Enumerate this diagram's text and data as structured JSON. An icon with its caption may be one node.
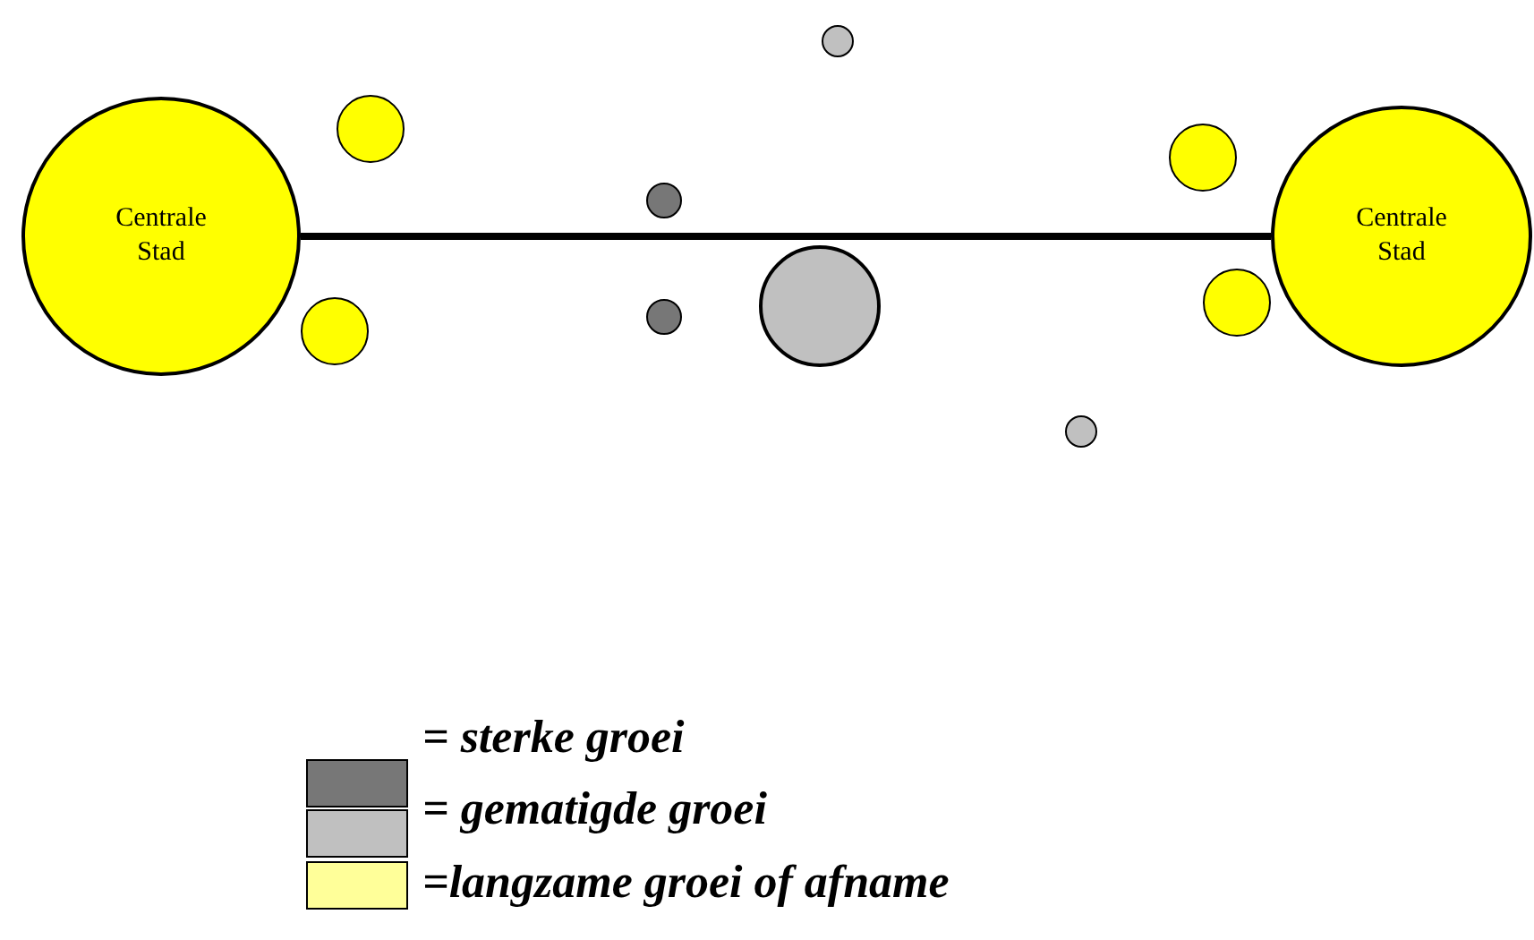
{
  "diagram": {
    "nodes": [
      {
        "text": [
          "Centrale Stad"
        ]
      },
      {
        "text": [
          "Centrale Stad"
        ]
      },
      {
        "text": [],
        "shape": "circle"
      },
      {
        "text": [],
        "shape": "circle"
      },
      {
        "text": [],
        "shape": "circle"
      },
      {
        "text": [],
        "shape": "circle"
      },
      {
        "text": [],
        "shape": "circle"
      },
      {
        "text": [],
        "shape": "circle"
      },
      {
        "text": [],
        "shape": "circle"
      },
      {
        "text": [],
        "shape": "circle"
      },
      {
        "text": [],
        "shape": "circle"
      }
    ],
    "edges": [
      {
        "from": 0,
        "to": 1,
        "arrow": "none"
      }
    ],
    "legend": [
      {
        "text": "= sterke groei",
        "color": "#777777"
      },
      {
        "text": "= gematigde groei",
        "color": "#c0c0c0"
      },
      {
        "text": "=langzame groei of afname",
        "color": "#ffff99"
      }
    ]
  }
}
